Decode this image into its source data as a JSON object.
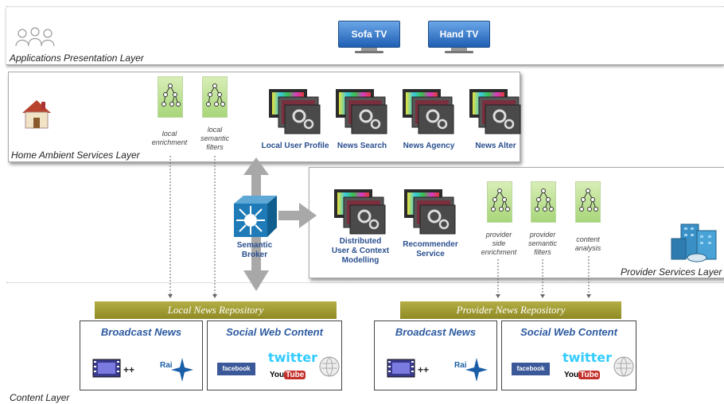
{
  "layers": {
    "presentation": "Applications Presentation Layer",
    "home": "Home Ambient Services Layer",
    "provider": "Provider Services Layer",
    "content": "Content Layer"
  },
  "tvs": {
    "sofa": "Sofa TV",
    "hand": "Hand TV"
  },
  "home_filters": {
    "local_enrichment": "local\nenrichment",
    "local_semantic": "local\nsemantic\nfilters"
  },
  "home_services": [
    "Local User Profile",
    "News Search",
    "News Agency",
    "News Alter"
  ],
  "broker": "Semantic\nBroker",
  "provider_services": [
    "Distributed\nUser & Context\nModelling",
    "Recommender\nService"
  ],
  "provider_filters": {
    "enrichment": "provider\nside\nenrichment",
    "semantic": "provider\nsemantic\nfilters",
    "analysis": "content\nanalysis"
  },
  "repositories": {
    "local": "Local News Repository",
    "provider": "Provider News Repository"
  },
  "content_boxes": {
    "broadcast": "Broadcast News",
    "social": "Social Web Content",
    "plusplus": "++",
    "rai": "Rai",
    "facebook": "facebook",
    "twitter": "twitter",
    "you": "You",
    "tube": "Tube"
  }
}
